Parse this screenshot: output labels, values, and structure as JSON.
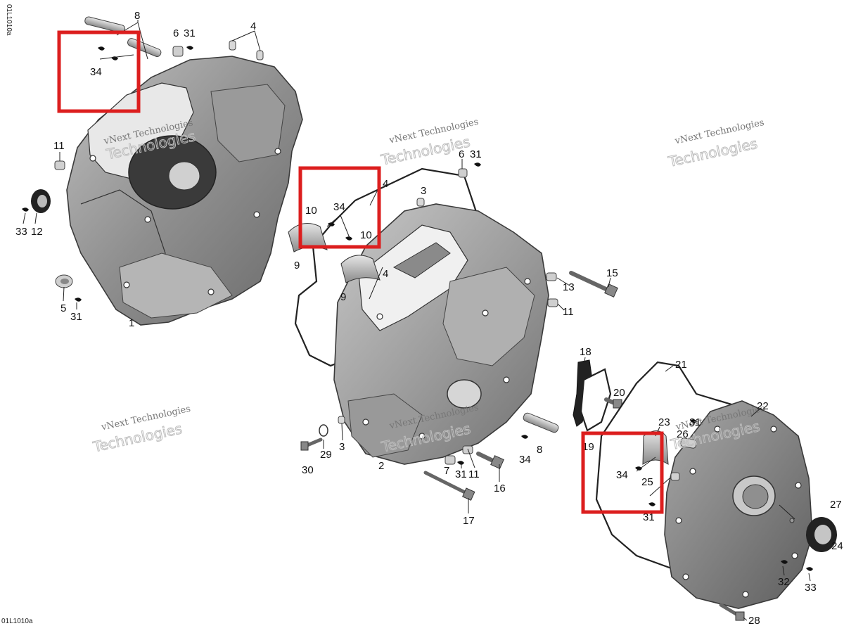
{
  "diagram_code": "01L1010a",
  "watermark_line1": "vNext Technologies",
  "watermark_line2": "Technologies",
  "highlight_color": "#dc1e1e",
  "callouts": {
    "c8a": "8",
    "c34a": "34",
    "c6a": "6",
    "c31a": "31",
    "c4a": "4",
    "c11a": "11",
    "c33a": "33",
    "c12a": "12",
    "c5a": "5",
    "c31b": "31",
    "c1": "1",
    "c6b": "6",
    "c31c": "31",
    "c4b": "4",
    "c3a": "3",
    "c10a": "10",
    "c34b": "34",
    "c10b": "10",
    "c9a": "9",
    "c9b": "9",
    "c4c": "4",
    "c15": "15",
    "c13": "13",
    "c11b": "11",
    "c18": "18",
    "c21": "21",
    "c20": "20",
    "c22": "22",
    "c23": "23",
    "c31d": "31",
    "c26": "26",
    "c19": "19",
    "c8b": "8",
    "c34c": "34",
    "c34d": "34",
    "c25": "25",
    "c31e": "31",
    "c27": "27",
    "c24": "24",
    "c32": "32",
    "c33b": "33",
    "c28": "28",
    "c30": "30",
    "c29": "29",
    "c3b": "3",
    "c2": "2",
    "c7": "7",
    "c31f": "31",
    "c11c": "11",
    "c16": "16",
    "c17": "17"
  }
}
